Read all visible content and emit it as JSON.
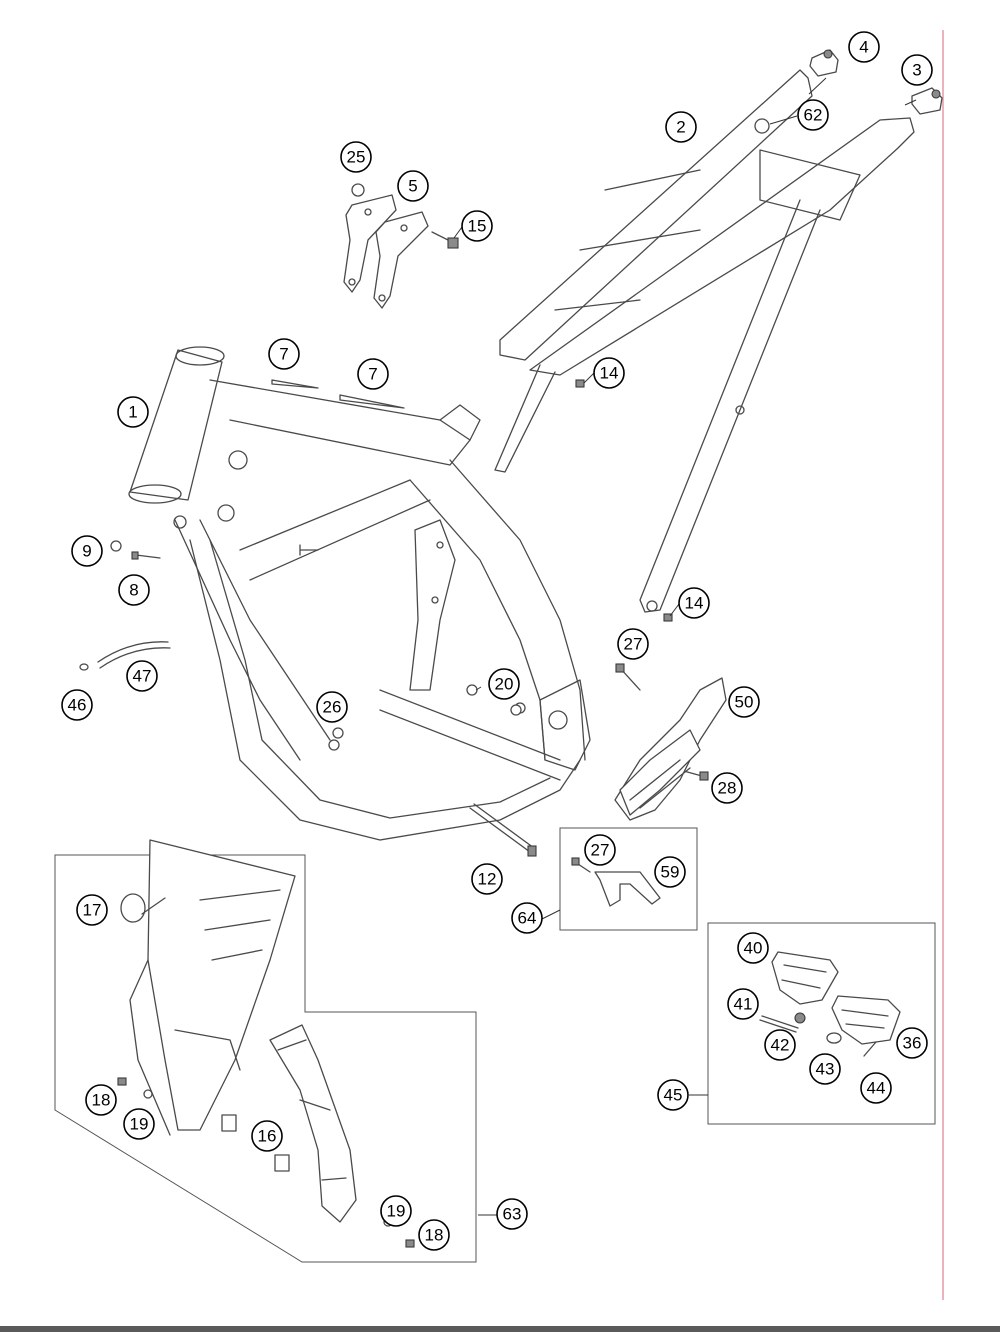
{
  "callouts": [
    {
      "id": "c1",
      "label": "1"
    },
    {
      "id": "c2",
      "label": "2"
    },
    {
      "id": "c3",
      "label": "3"
    },
    {
      "id": "c4",
      "label": "4"
    },
    {
      "id": "c5",
      "label": "5"
    },
    {
      "id": "c7a",
      "label": "7"
    },
    {
      "id": "c7b",
      "label": "7"
    },
    {
      "id": "c8",
      "label": "8"
    },
    {
      "id": "c9",
      "label": "9"
    },
    {
      "id": "c12",
      "label": "12"
    },
    {
      "id": "c14a",
      "label": "14"
    },
    {
      "id": "c14b",
      "label": "14"
    },
    {
      "id": "c15",
      "label": "15"
    },
    {
      "id": "c16",
      "label": "16"
    },
    {
      "id": "c17",
      "label": "17"
    },
    {
      "id": "c18a",
      "label": "18"
    },
    {
      "id": "c18b",
      "label": "18"
    },
    {
      "id": "c19a",
      "label": "19"
    },
    {
      "id": "c19b",
      "label": "19"
    },
    {
      "id": "c20",
      "label": "20"
    },
    {
      "id": "c25",
      "label": "25"
    },
    {
      "id": "c26",
      "label": "26"
    },
    {
      "id": "c27a",
      "label": "27"
    },
    {
      "id": "c27b",
      "label": "27"
    },
    {
      "id": "c28",
      "label": "28"
    },
    {
      "id": "c36",
      "label": "36"
    },
    {
      "id": "c40",
      "label": "40"
    },
    {
      "id": "c41",
      "label": "41"
    },
    {
      "id": "c42",
      "label": "42"
    },
    {
      "id": "c43",
      "label": "43"
    },
    {
      "id": "c44",
      "label": "44"
    },
    {
      "id": "c45",
      "label": "45"
    },
    {
      "id": "c46",
      "label": "46"
    },
    {
      "id": "c47",
      "label": "47"
    },
    {
      "id": "c50",
      "label": "50"
    },
    {
      "id": "c59",
      "label": "59"
    },
    {
      "id": "c62",
      "label": "62"
    },
    {
      "id": "c63",
      "label": "63"
    },
    {
      "id": "c64",
      "label": "64"
    }
  ],
  "colors": {
    "line": "#4a4a4a",
    "margin": "#e59aa6",
    "bar": "#5a5a5a"
  }
}
